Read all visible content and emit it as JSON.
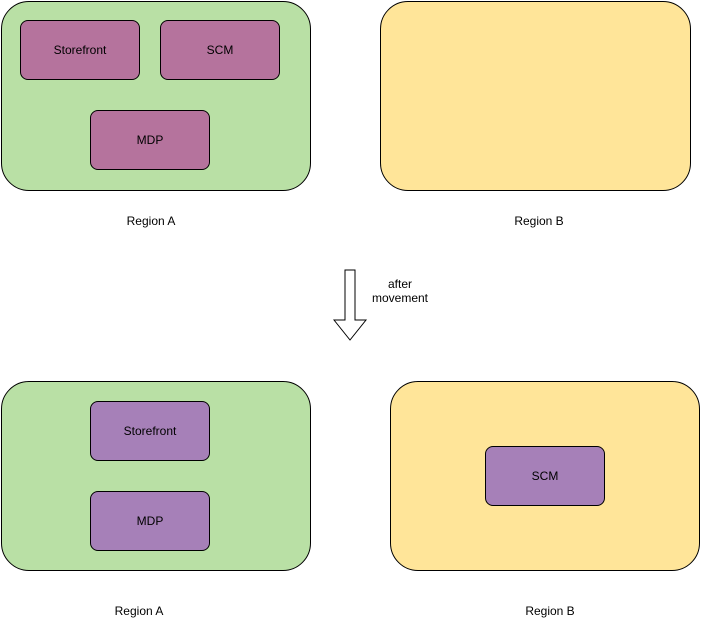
{
  "before": {
    "region_a": {
      "label": "Region A",
      "services": [
        "Storefront",
        "SCM",
        "MDP"
      ]
    },
    "region_b": {
      "label": "Region B"
    }
  },
  "transition": {
    "line1": "after",
    "line2": "movement"
  },
  "after": {
    "region_a": {
      "label": "Region A",
      "services": [
        "Storefront",
        "MDP"
      ]
    },
    "region_b": {
      "label": "Region B",
      "services": [
        "SCM"
      ]
    }
  },
  "colors": {
    "region_a_fill": "#b9e0a5",
    "region_b_fill": "#ffe599",
    "service_before_fill": "#b5739d",
    "service_after_fill": "#a680b8"
  }
}
